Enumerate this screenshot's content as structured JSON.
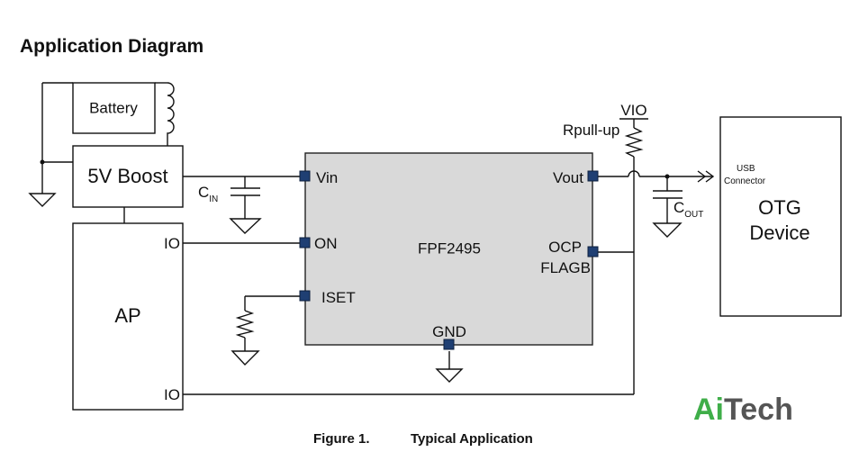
{
  "title": "Application Diagram",
  "caption": {
    "figure": "Figure 1.",
    "text": "Typical Application"
  },
  "watermark": {
    "part1": "Ai",
    "part2": "Tech",
    "color1": "#3fae49",
    "color2": "#555555"
  },
  "blocks": {
    "battery": "Battery",
    "boost": "5V Boost",
    "ap": "AP",
    "ap_io_top": "IO",
    "ap_io_bottom": "IO",
    "chip": "FPF2495",
    "otg_line1": "OTG",
    "otg_line2": "Device"
  },
  "pins": {
    "vin": "Vin",
    "on": "ON",
    "iset": "ISET",
    "gnd": "GND",
    "vout": "Vout",
    "ocp": "OCP",
    "flagb": "FLAGB"
  },
  "components": {
    "cin_main": "C",
    "cin_sub": "IN",
    "cout_main": "C",
    "cout_sub": "OUT",
    "rpullup": "Rpull-up",
    "vio": "VIO",
    "usb_line1": "USB",
    "usb_line2": "Connector"
  },
  "colors": {
    "chip_fill": "#d9d9d9",
    "pin_fill": "#1f3f73"
  }
}
